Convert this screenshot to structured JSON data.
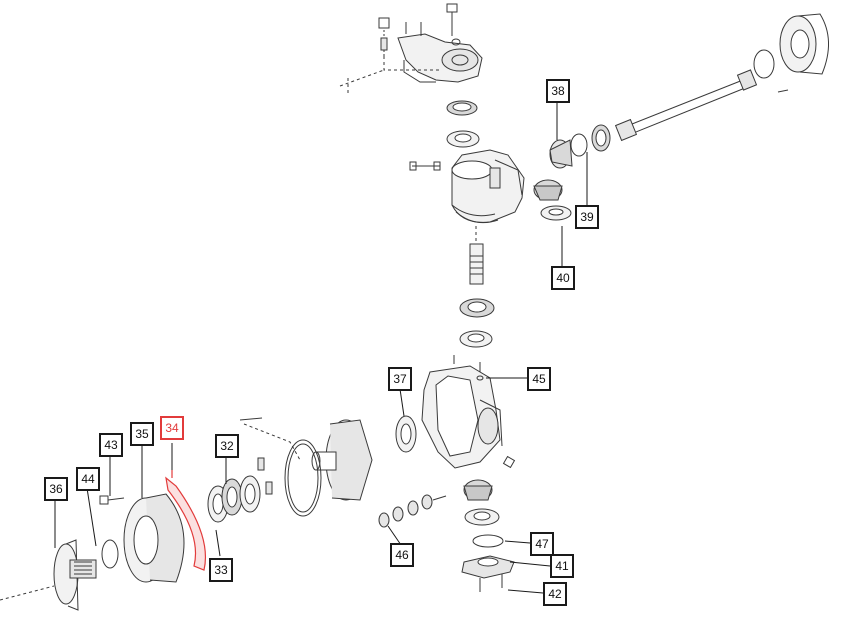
{
  "diagram": {
    "callouts": [
      {
        "label": "38"
      },
      {
        "label": "39"
      },
      {
        "label": "40"
      },
      {
        "label": "37"
      },
      {
        "label": "45"
      },
      {
        "label": "43"
      },
      {
        "label": "35"
      },
      {
        "label": "34"
      },
      {
        "label": "32"
      },
      {
        "label": "36"
      },
      {
        "label": "44"
      },
      {
        "label": "33"
      },
      {
        "label": "46"
      },
      {
        "label": "47"
      },
      {
        "label": "41"
      },
      {
        "label": "42"
      }
    ],
    "colors": {
      "line": "#3a3a3a",
      "highlight": "#e23b3b",
      "fill_light": "#f2f2f2",
      "fill_mid": "#d9d9d9"
    }
  }
}
